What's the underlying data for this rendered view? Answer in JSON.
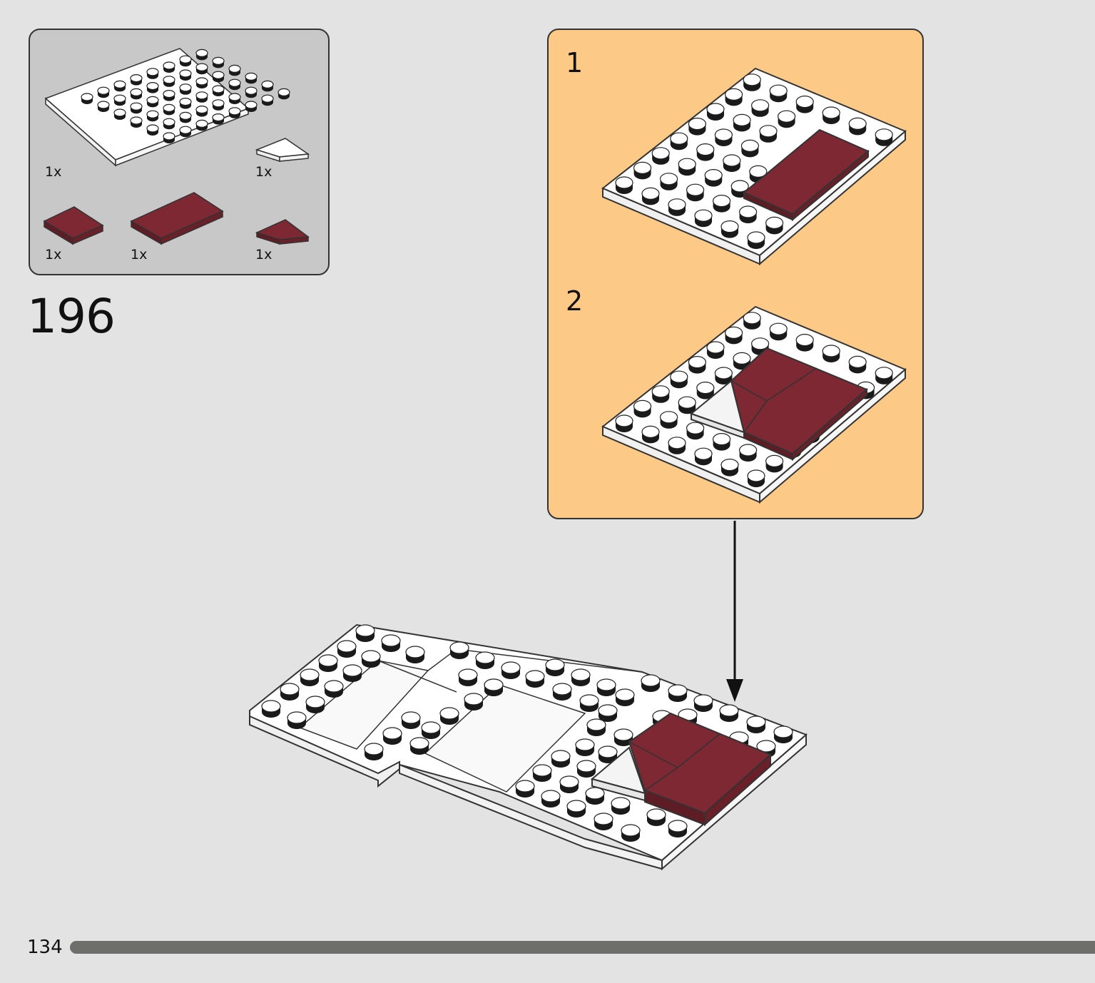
{
  "parts_list": {
    "items": [
      {
        "name": "white plate",
        "qty": "1x"
      },
      {
        "name": "white wedge tile",
        "qty": "1x"
      },
      {
        "name": "dark red tile small",
        "qty": "1x"
      },
      {
        "name": "dark red tile large",
        "qty": "1x"
      },
      {
        "name": "dark red wedge tile",
        "qty": "1x"
      }
    ]
  },
  "step": {
    "number": "196"
  },
  "sub_steps": [
    {
      "number": "1"
    },
    {
      "number": "2"
    }
  ],
  "colors": {
    "page_bg": "#e3e3e3",
    "parts_bg": "#c8c8c8",
    "substep_bg": "#fdc986",
    "brick_white": "#ffffff",
    "brick_dark_red": "#7d2832",
    "progress_bar": "#6e6e6a"
  },
  "footer": {
    "page_number": "134"
  }
}
